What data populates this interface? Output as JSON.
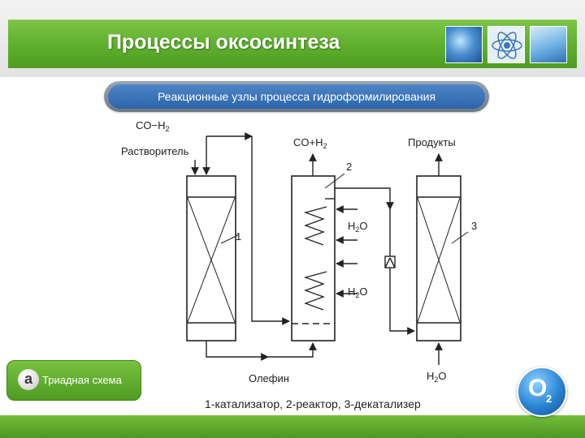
{
  "header": {
    "title": "Процессы оксосинтеза"
  },
  "subtitle": "Реакционные узлы процесса гидроформилирования",
  "diagram": {
    "labels": {
      "co_h2_left": "CO−H",
      "co_h2_left_sub": "2",
      "solvent": "Растворитель",
      "co_h2_top": "CO+H",
      "co_h2_top_sub": "2",
      "products": "Продукты",
      "num1": "1",
      "num2": "2",
      "num3": "3",
      "h2o_upper": "H",
      "h2o_upper_sub": "2",
      "h2o_upper_o": "O",
      "h2o_lower": "H",
      "h2o_lower_sub": "2",
      "h2o_lower_o": "O",
      "olefin": "Олефин",
      "h2o_bottom": "H",
      "h2o_bottom_sub": "2",
      "h2o_bottom_o": "O"
    },
    "caption": "1-катализатор, 2-реактор, 3-декатализер"
  },
  "badges": {
    "triad_letter": "a",
    "triad_label": "Триадная схема",
    "o2_main": "O",
    "o2_sub": "2"
  },
  "colors": {
    "green": "#5eae2e",
    "blue": "#2b64a8",
    "line": "#222222"
  }
}
